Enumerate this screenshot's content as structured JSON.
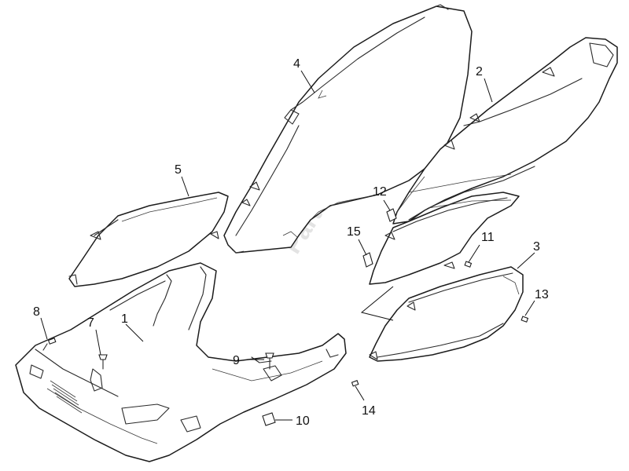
{
  "diagram": {
    "watermark": "PartsRepublik",
    "parts": [
      {
        "id": "1",
        "label": "1"
      },
      {
        "id": "2",
        "label": "2"
      },
      {
        "id": "3",
        "label": "3"
      },
      {
        "id": "4",
        "label": "4"
      },
      {
        "id": "5",
        "label": "5"
      },
      {
        "id": "7",
        "label": "7"
      },
      {
        "id": "8",
        "label": "8"
      },
      {
        "id": "9",
        "label": "9"
      },
      {
        "id": "10",
        "label": "10"
      },
      {
        "id": "11",
        "label": "11"
      },
      {
        "id": "12",
        "label": "12"
      },
      {
        "id": "13",
        "label": "13"
      },
      {
        "id": "14",
        "label": "14"
      },
      {
        "id": "15",
        "label": "15"
      }
    ]
  }
}
